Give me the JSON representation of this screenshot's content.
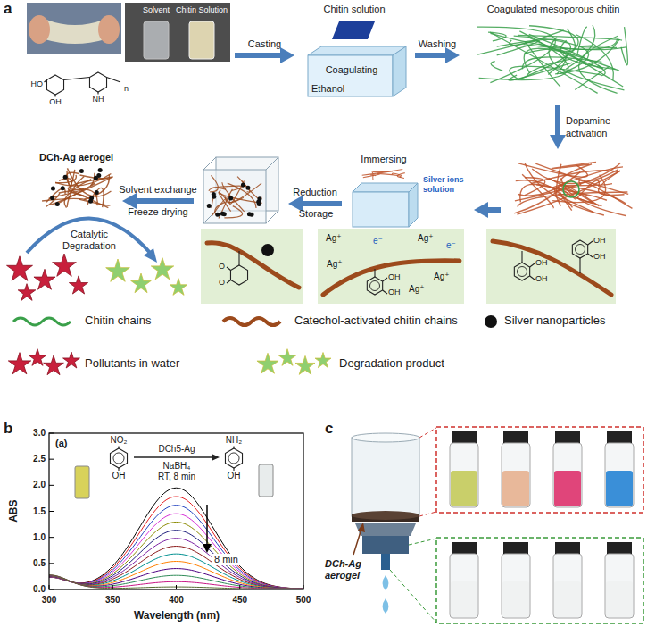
{
  "diagram": {
    "nodes": [
      {
        "text": [
          "Solvent",
          "Chitin Solution"
        ]
      },
      {
        "text": [
          "Chitin solution",
          "Coagulating",
          "Ethanol"
        ]
      },
      {
        "text": [
          "Coagulated mesoporous chitin"
        ]
      },
      {
        "text": []
      },
      {
        "text": [
          "Immersing",
          "Silver ions solution"
        ]
      },
      {
        "text": []
      },
      {
        "text": [
          "DCh-Ag aerogel"
        ]
      },
      {
        "text": [
          "O",
          "O"
        ]
      },
      {
        "text": [
          "Ag⁺",
          "e⁻",
          "Ag⁺",
          "e⁻",
          "Ag⁺",
          "Ag⁺",
          "Ag⁺",
          "OH",
          "OH"
        ]
      },
      {
        "text": [
          "OH",
          "OH",
          "OH",
          "OH"
        ]
      }
    ],
    "edges": [
      {
        "from": 0,
        "to": 1,
        "arrow": "to",
        "label": "Casting"
      },
      {
        "from": 1,
        "to": 2,
        "arrow": "to",
        "label": "Washing"
      },
      {
        "from": 2,
        "to": 3,
        "arrow": "to",
        "label": "Dopamine activation"
      },
      {
        "from": 3,
        "to": 4,
        "arrow": "to"
      },
      {
        "from": 4,
        "to": 5,
        "arrow": "to",
        "label": "Reduction"
      },
      {
        "from": 5,
        "to": 6,
        "arrow": "to",
        "label": "Solvent exchange"
      }
    ],
    "labels": [
      "a",
      "HO",
      "OH",
      "NH",
      "n",
      "Storage",
      "Freeze drying",
      "Catalytic Degradation",
      "b",
      "(a)",
      "NO₂",
      "OH",
      "DCh5-Ag",
      "NaBH₄",
      "RT, 8 min",
      "NH₂",
      "OH",
      "8 min",
      "ABS",
      "0.0",
      "0.5",
      "1.0",
      "1.5",
      "2.0",
      "2.5",
      "3.0",
      "300",
      "350",
      "400",
      "450",
      "500",
      "Wavelength (nm)",
      "c",
      "DCh-Ag aerogel"
    ],
    "legend": [
      {
        "text": "Chitin chains"
      },
      {
        "text": "Catechol-activated chitin chains"
      },
      {
        "text": "Silver nanoparticles"
      },
      {
        "text": "Pollutants in water"
      },
      {
        "text": "Degradation product"
      }
    ]
  }
}
